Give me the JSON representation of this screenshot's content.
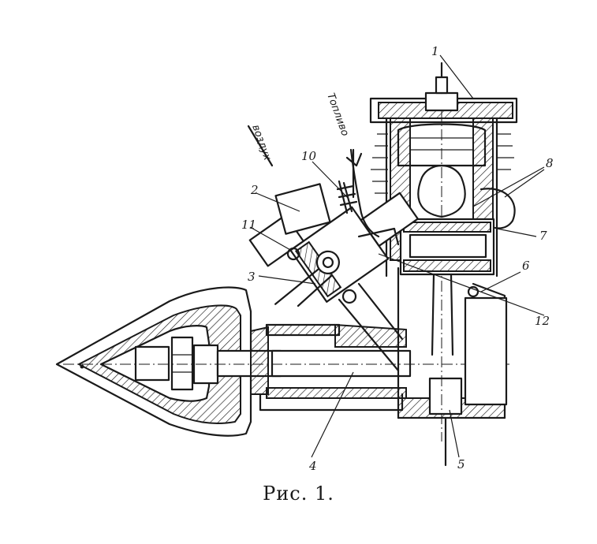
{
  "labels": {
    "air": "воздух",
    "fuel": "Топливо",
    "n1": "1",
    "n2": "2",
    "n3": "3",
    "n4": "4",
    "n5": "5",
    "n6": "6",
    "n7": "7",
    "n8": "8",
    "n10": "10",
    "n11": "11",
    "n12": "12"
  },
  "caption": "Рис. 1."
}
